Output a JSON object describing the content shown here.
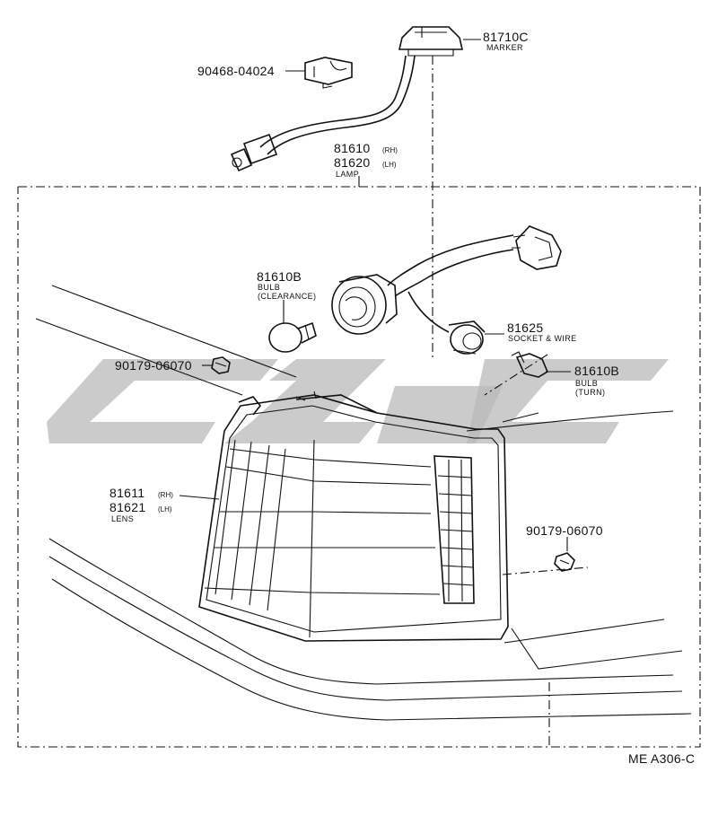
{
  "callouts": {
    "marker": {
      "part": "81710C",
      "name": "MARKER"
    },
    "clip": {
      "part": "90468-04024"
    },
    "lamp": {
      "part_rh": "81610",
      "tag_rh": "(RH)",
      "part_lh": "81620",
      "tag_lh": "(LH)",
      "name": "LAMP"
    },
    "bulb_clearance": {
      "part": "81610B",
      "line1": "BULB",
      "line2": "(CLEARANCE)"
    },
    "socket": {
      "part": "81625",
      "name": "SOCKET & WIRE"
    },
    "screw_left": {
      "part": "90179-06070"
    },
    "bulb_turn": {
      "part": "81610B",
      "line1": "BULB",
      "line2": "(TURN)"
    },
    "lens": {
      "part_rh": "81611",
      "tag_rh": "(RH)",
      "part_lh": "81621",
      "tag_lh": "(LH)",
      "name": "LENS"
    },
    "screw_right": {
      "part": "90179-06070"
    }
  },
  "figure_code": "ME A306-C",
  "icons": [
    "marker-lamp-icon",
    "wire-clip-icon",
    "bulb-icon",
    "socket-icon",
    "screw-icon",
    "lens-icon",
    "watermark-logo"
  ],
  "colors": {
    "line": "#111111",
    "watermark": "#b9b9b9",
    "background": "#ffffff"
  }
}
